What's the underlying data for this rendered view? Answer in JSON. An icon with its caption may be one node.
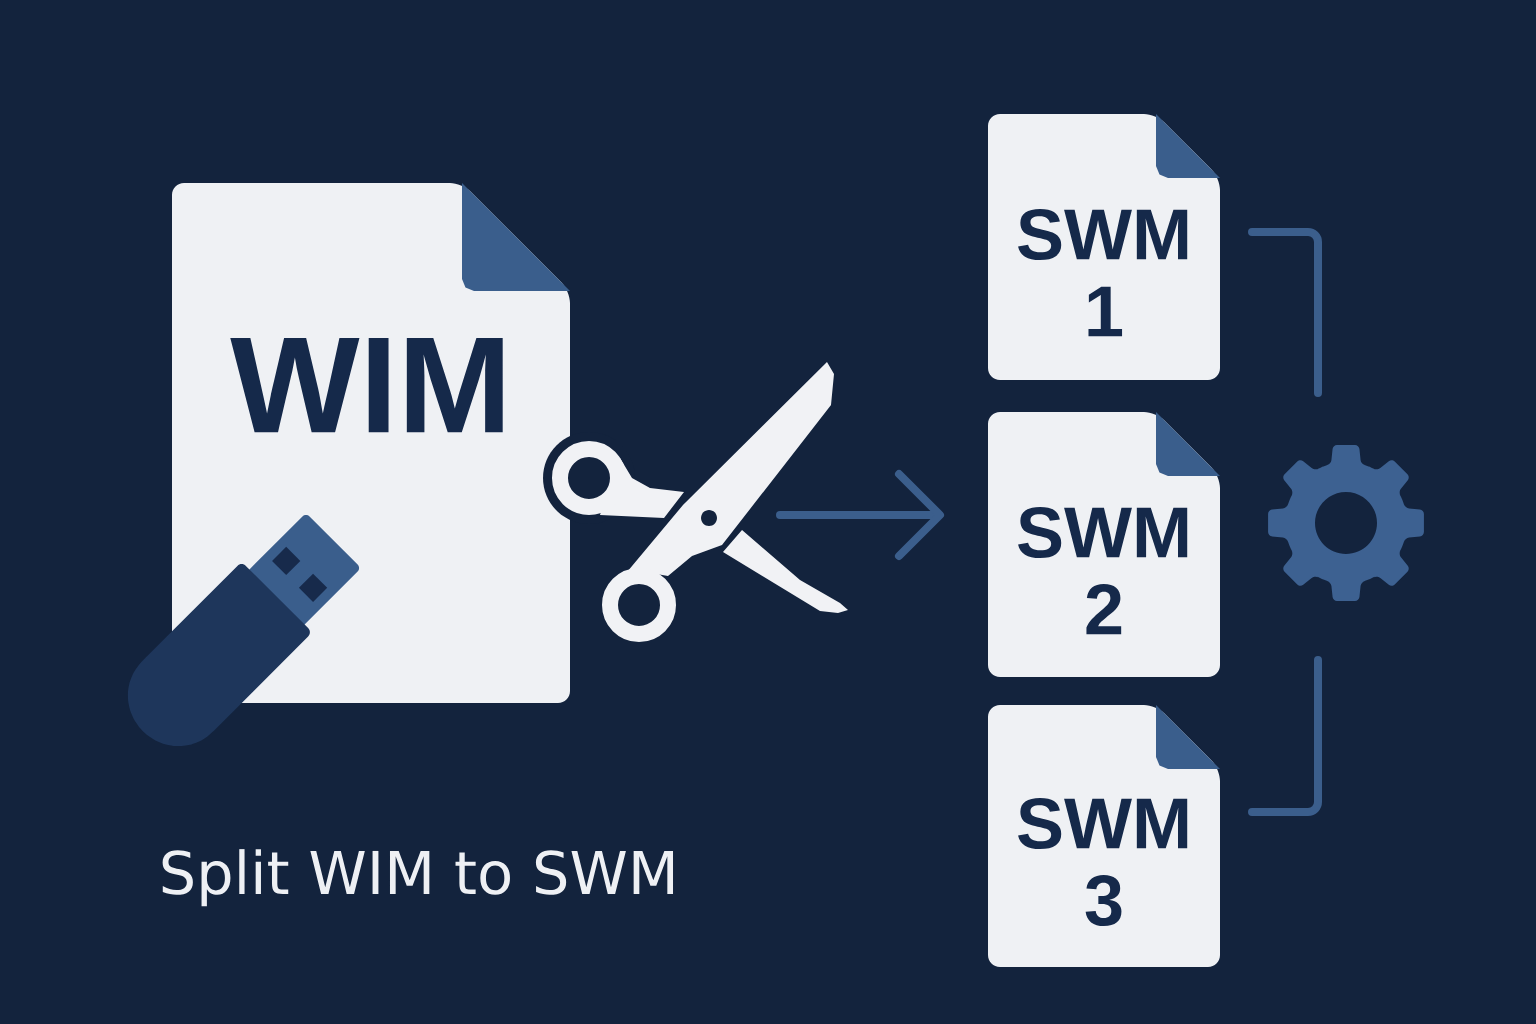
{
  "diagram": {
    "title": "Split WIM to SWM",
    "nodes": [
      {
        "text": [
          "WIM"
        ]
      },
      {
        "text": [],
        "shape": "scissors"
      },
      {
        "text": [
          "SWM 1"
        ]
      },
      {
        "text": [
          "SWM 2"
        ]
      },
      {
        "text": [
          "SWM 3"
        ]
      },
      {
        "text": [],
        "shape": "gear"
      }
    ],
    "edges": [
      {
        "from": 1,
        "to": 3,
        "arrow": "to"
      },
      {
        "from": 2,
        "to": 5,
        "arrow": "none"
      },
      {
        "from": 4,
        "to": 5,
        "arrow": "none"
      }
    ]
  }
}
